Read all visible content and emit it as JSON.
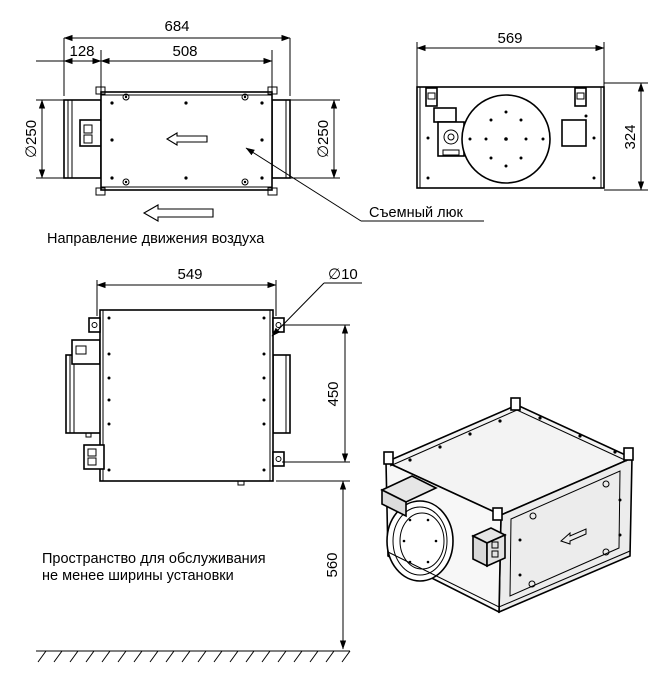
{
  "dimensions": {
    "total_length": "684",
    "left_spigot": "128",
    "body_length": "508",
    "duct_diameter_left": "∅250",
    "duct_diameter_right": "∅250",
    "side_width": "569",
    "side_height": "324",
    "top_width": "549",
    "hole_diameter": "∅10",
    "mount_spacing": "450",
    "service_clearance": "560"
  },
  "labels": {
    "removable_hatch": "Съемный люк",
    "airflow_direction": "Направление движения воздуха",
    "service_space_line1": "Пространство для обслуживания",
    "service_space_line2": "не менее ширины установки"
  }
}
